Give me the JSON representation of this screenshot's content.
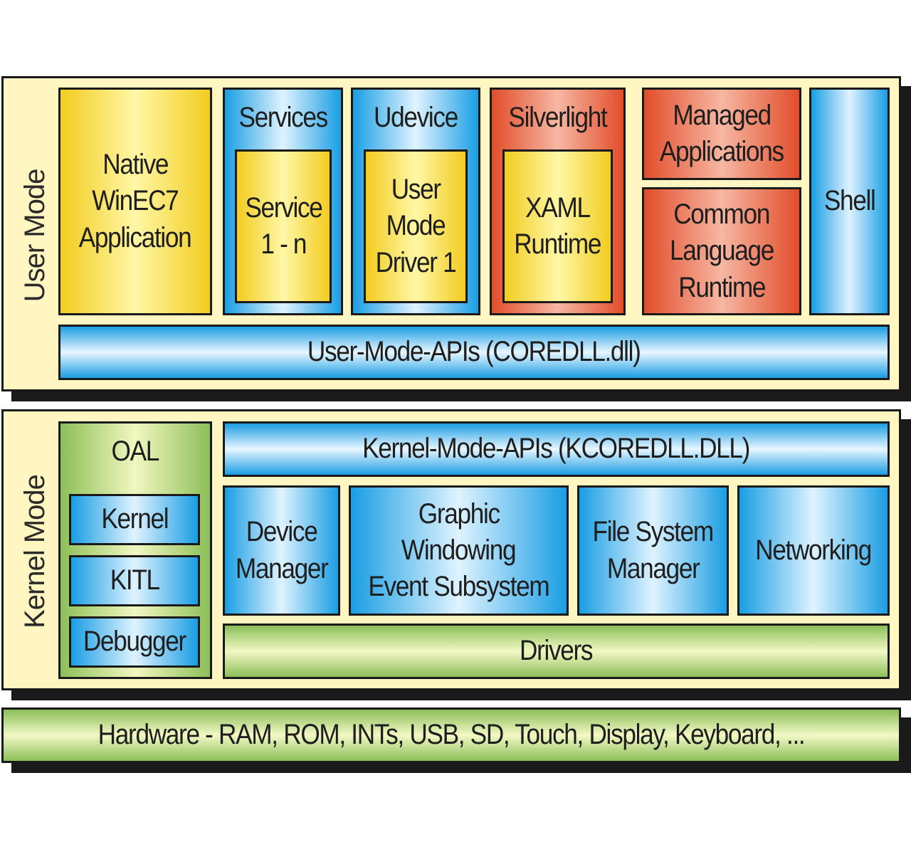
{
  "user_mode": {
    "label": "User Mode",
    "native_app": [
      "Native",
      "WinEC7",
      "Application"
    ],
    "services": {
      "title": "Services",
      "inner": [
        "Service",
        "1 - n"
      ]
    },
    "udevice": {
      "title": "Udevice",
      "inner": [
        "User",
        "Mode",
        "Driver 1"
      ]
    },
    "silverlight": {
      "title": "Silverlight",
      "inner": [
        "XAML",
        "Runtime"
      ]
    },
    "managed_apps": [
      "Managed",
      "Applications"
    ],
    "clr": [
      "Common",
      "Language",
      "Runtime"
    ],
    "shell": "Shell",
    "apis": "User-Mode-APIs (COREDLL.dll)"
  },
  "kernel_mode": {
    "label": "Kernel Mode",
    "oal": {
      "title": "OAL",
      "items": [
        "Kernel",
        "KITL",
        "Debugger"
      ]
    },
    "apis": "Kernel-Mode-APIs (KCOREDLL.DLL)",
    "device_manager": [
      "Device",
      "Manager"
    ],
    "gwes": [
      "Graphic",
      "Windowing",
      "Event Subsystem"
    ],
    "filesys": [
      "File System",
      "Manager"
    ],
    "networking": "Networking",
    "drivers": "Drivers"
  },
  "hardware": "Hardware - RAM, ROM, INTs, USB, SD, Touch, Display, Keyboard, ..."
}
